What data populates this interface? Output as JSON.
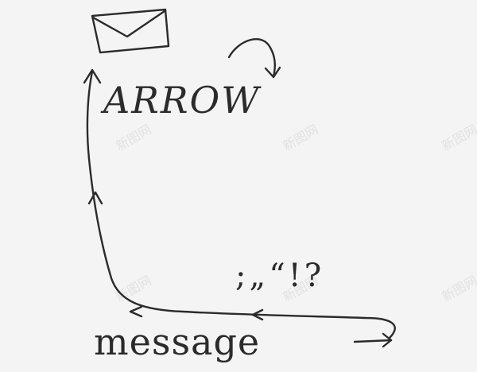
{
  "background_color": "#f4f4f4",
  "ink_color": "#2b2b2b",
  "labels": {
    "arrow_word": "ARROW",
    "message_word": "message",
    "punctuation": ";„“!?"
  },
  "watermark": "新图网",
  "icons": {
    "envelope": "envelope-icon"
  }
}
